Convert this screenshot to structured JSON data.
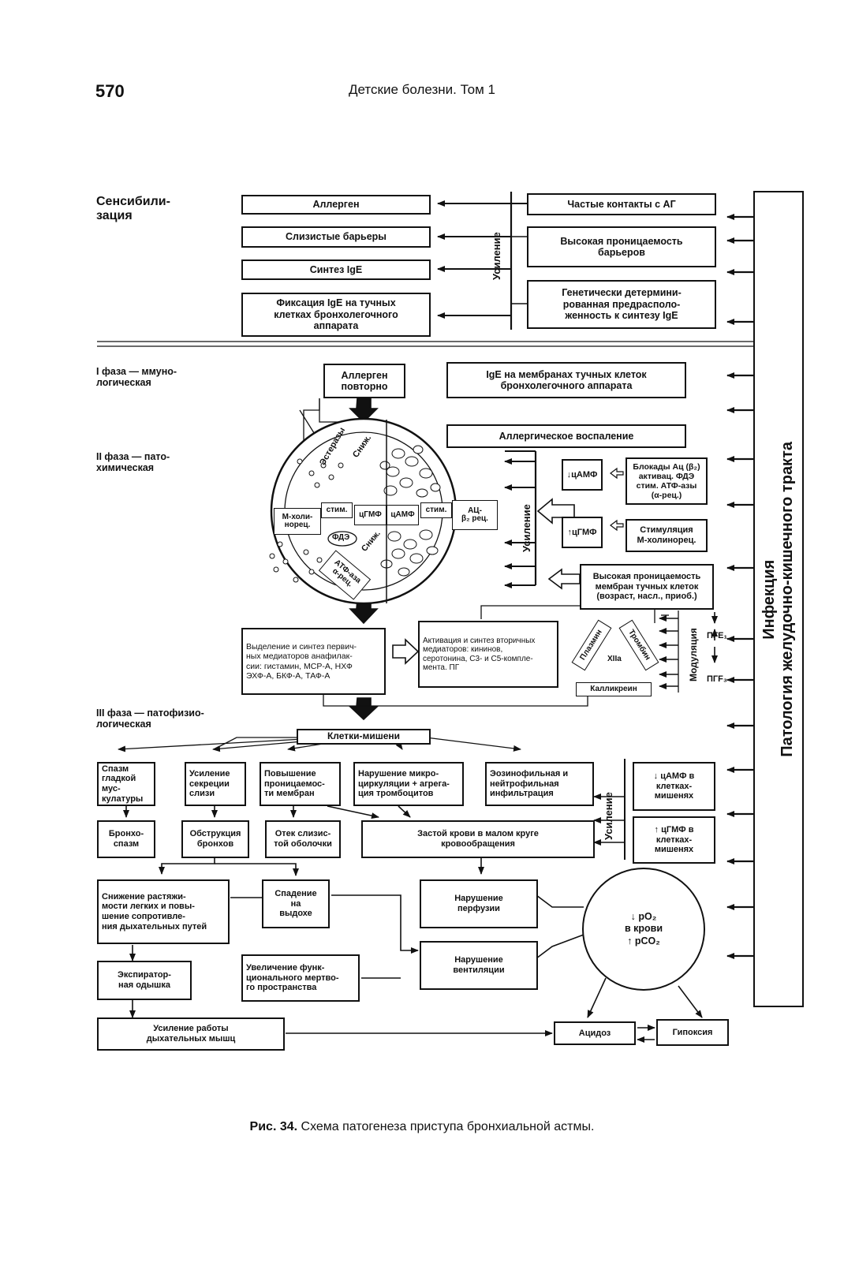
{
  "header": {
    "page_number": "570",
    "book_title": "Детские болезни. Том 1"
  },
  "caption": {
    "prefix": "Рис. 34.",
    "text": " Схема патогенеза приступа бронхиальной астмы."
  },
  "side_panel": {
    "line1": "Инфекция",
    "line2": "Патология желудочно-кишечного тракта"
  },
  "sensitization": {
    "label": "Сенсибили-\nзация",
    "left_boxes": [
      "Аллерген",
      "Слизистые барьеры",
      "Синтез IgE",
      "Фиксация IgE на тучных\nклетках бронхолегочного\nаппарата"
    ],
    "amplification": "Усиление",
    "right_boxes": [
      "Частые контакты с АГ",
      "Высокая проницаемость\nбарьеров",
      "Генетически детермини-\nрованная предрасполо-\nженность к синтезу IgE"
    ]
  },
  "phase1": {
    "label": "I фаза — ммуно-\nлогическая",
    "allergen_repeat": "Аллерген\nповторно",
    "ige_membranes": "IgE на мембранах тучных клеток\nбронхолегочного аппарата"
  },
  "phase2": {
    "label": "II фаза — пато-\nхимическая",
    "allergic_inflammation": "Аллергическое воспаление",
    "cell_labels": {
      "esterases": "Эстеразы",
      "decrease": "Сниж.",
      "m_cholino": "М-холи-\nнорец.",
      "stim_left": "стим.",
      "cgmp": "цГМФ",
      "camp": "цАМФ",
      "stim_right": "стим.",
      "ac_b2": "АЦ-\nβ₂ рец.",
      "pde": "ФДЭ",
      "decrease2": "Сниж.",
      "atpase": "АТФ-аза\nα-рец."
    },
    "amplification": "Усиление",
    "camp_down": "↓цАМФ",
    "camp_causes": "Блокады Ац (β₂)\nактивац. ФДЭ\nстим. АТФ-азы\n(α-рец.)",
    "cgmp_up": "↑цГМФ",
    "cgmp_causes": "Стимуляция\nМ-холинорец.",
    "high_permeability": "Высокая проницаемость\nмембран тучных клеток\n(возраст, насл., приоб.)",
    "primary_mediators": "Выделение и синтез первич-\nных медиаторов анафилак-\nсии: гистамин, МСР-А, НХФ\nЭХФ-А, БКФ-А, ТАФ-А",
    "secondary_mediators": "Активация и синтез вторичных\nмедиаторов: кининов,\nсеротонина, С3- и С5-компле-\nмента. ПГ",
    "plasmin": "Плазмин",
    "thrombin": "Тромбин",
    "xiia": "XIIa",
    "kallikrein": "Калликреин",
    "modulation": "Модуляция",
    "pge1": "ПГЕ₁",
    "pgf3": "ПГF₃"
  },
  "phase3": {
    "label": "III фаза — патофизио-\nлогическая",
    "target_cells": "Клетки-мишени",
    "effects": [
      "Спазм\nгладкой мус-\nкулатуры",
      "Усиление\nсекреции\nслизи",
      "Повышение\nпроницаемос-\nти мембран",
      "Нарушение микро-\nциркуляции + агрега-\nция тромбоцитов",
      "Эозинофильная и\nнейтрофильная\nинфильтрация"
    ],
    "amplification": "Усиление",
    "camp_target": "↓ цАМФ в\nклетках-\nмишенях",
    "cgmp_target": "↑ цГМФ в\nклетках-\nмишенях",
    "bronchospasm": "Бронхо-\nспазм",
    "obstruction": "Обструкция\nбронхов",
    "edema": "Отек слизис-\nтой оболочки",
    "stasis": "Застой крови в малом круге\nкровообращения",
    "compliance": "Снижение растяжи-\nмости легких и повы-\nшение сопротивле-\nния дыхательных путей",
    "collapse": "Спадение\nна\nвыдохе",
    "perfusion": "Нарушение\nперфузии",
    "ventilation": "Нарушение\nвентиляции",
    "dyspnea": "Экспиратор-\nная одышка",
    "dead_space": "Увеличение функ-\nционального мертво-\nго пространства",
    "blood_gases": "↓ pO₂\nв крови\n↑ pCO₂",
    "resp_muscles": "Усиление работы\nдыхательных мышц",
    "acidosis": "Ацидоз",
    "hypoxia": "Гипоксия"
  }
}
